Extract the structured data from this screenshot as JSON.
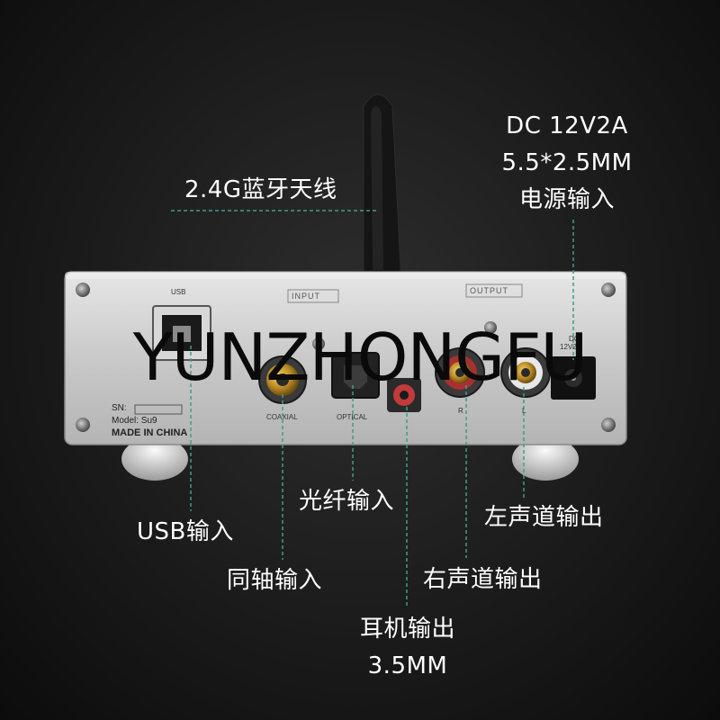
{
  "callouts": {
    "antenna": "2.4G蓝牙天线",
    "dc_line1": "DC 12V2A",
    "dc_line2": "5.5*2.5MM",
    "dc_line3": "电源输入",
    "usb": "USB输入",
    "coaxial": "同轴输入",
    "optical": "光纤输入",
    "headphone_line1": "耳机输出",
    "headphone_line2": "3.5MM",
    "right": "右声道输出",
    "left": "左声道输出"
  },
  "panel": {
    "usb_label": "USB",
    "input_label": "INPUT",
    "output_label": "OUTPUT",
    "coaxial_label": "COAXIAL",
    "optical_label": "OPTICAL",
    "r_label": "R",
    "l_label": "L",
    "dc_label": "DC",
    "dc_spec": "12V2A",
    "sn_label": "SN:",
    "model_label": "Model:  Su9",
    "made_in": "MADE IN CHINA"
  },
  "watermark": "YUNZHONGFU",
  "colors": {
    "background": "#1b1b1b",
    "leader_line": "#3f9c8c",
    "text": "#ffffff"
  }
}
